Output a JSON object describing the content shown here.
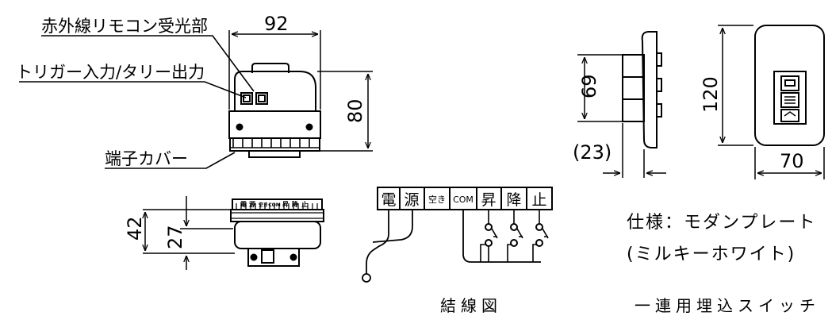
{
  "labels": {
    "ir_receiver": "赤外線リモコン受光部",
    "trigger_tally": "トリガー入力/タリー出力",
    "terminal_cover": "端子カバー"
  },
  "dimensions": {
    "width_92": "92",
    "height_80": "80",
    "depth_42": "42",
    "depth_27": "27",
    "plate_69": "69",
    "offset_23": "(23)",
    "plate_120": "120",
    "plate_70": "70"
  },
  "terminals": [
    "電",
    "源",
    "空き",
    "COM",
    "昇",
    "降",
    "止"
  ],
  "mini_terminals": [
    "電",
    "源",
    "空き",
    "COM",
    "昇",
    "降",
    "止"
  ],
  "spec": {
    "line1": "仕様：モダンプレート",
    "line2": "(ミルキーホワイト)"
  },
  "captions": {
    "wiring": "結線図",
    "switch": "一連用埋込スイッチ"
  }
}
